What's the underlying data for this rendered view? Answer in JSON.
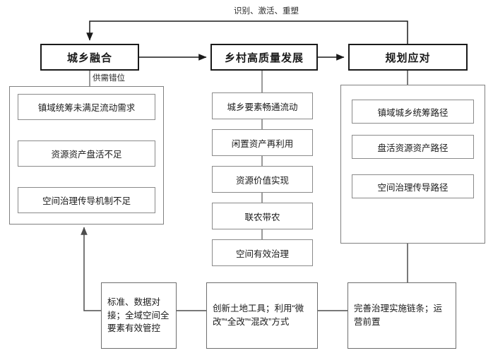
{
  "diagram": {
    "type": "flowchart",
    "title_label": "识别、激活、重塑",
    "top_row": [
      {
        "id": "urban-rural-integration",
        "label": "城乡融合"
      },
      {
        "id": "rural-high-quality-development",
        "label": "乡村高质量发展"
      },
      {
        "id": "planning-response",
        "label": "规划应对"
      }
    ],
    "edge_labels": {
      "feedback_top": "识别、激活、重塑",
      "supply_demand": "供需错位"
    },
    "left_group": {
      "name": "problems-group",
      "items": [
        {
          "label": "镇域统筹未满足流动需求"
        },
        {
          "label": "资源资产盘活不足"
        },
        {
          "label": "空间治理传导机制不足"
        }
      ]
    },
    "middle_column": {
      "name": "goals-column",
      "items": [
        {
          "label": "城乡要素畅通流动"
        },
        {
          "label": "闲置资产再利用"
        },
        {
          "label": "资源价值实现"
        },
        {
          "label": "联农带农"
        },
        {
          "label": "空间有效治理"
        }
      ]
    },
    "right_group": {
      "name": "paths-group",
      "items": [
        {
          "label": "镇域城乡统筹路径"
        },
        {
          "label": "盘活资源资产路径"
        },
        {
          "label": "空间治理传导路径"
        }
      ]
    },
    "bottom_row": [
      {
        "id": "measure-standards",
        "label": "标准、数据对接；全域空间全要素有效管控"
      },
      {
        "id": "measure-land-tools",
        "label": "创新土地工具；利用“微改”“全改”“混改”方式"
      },
      {
        "id": "measure-governance-chain",
        "label": "完善治理实施链条；运营前置"
      }
    ],
    "colors": {
      "stroke_heavy": "#1a1a1a",
      "stroke_light": "#808080",
      "background": "#ffffff",
      "text": "#1a1a1a"
    }
  }
}
